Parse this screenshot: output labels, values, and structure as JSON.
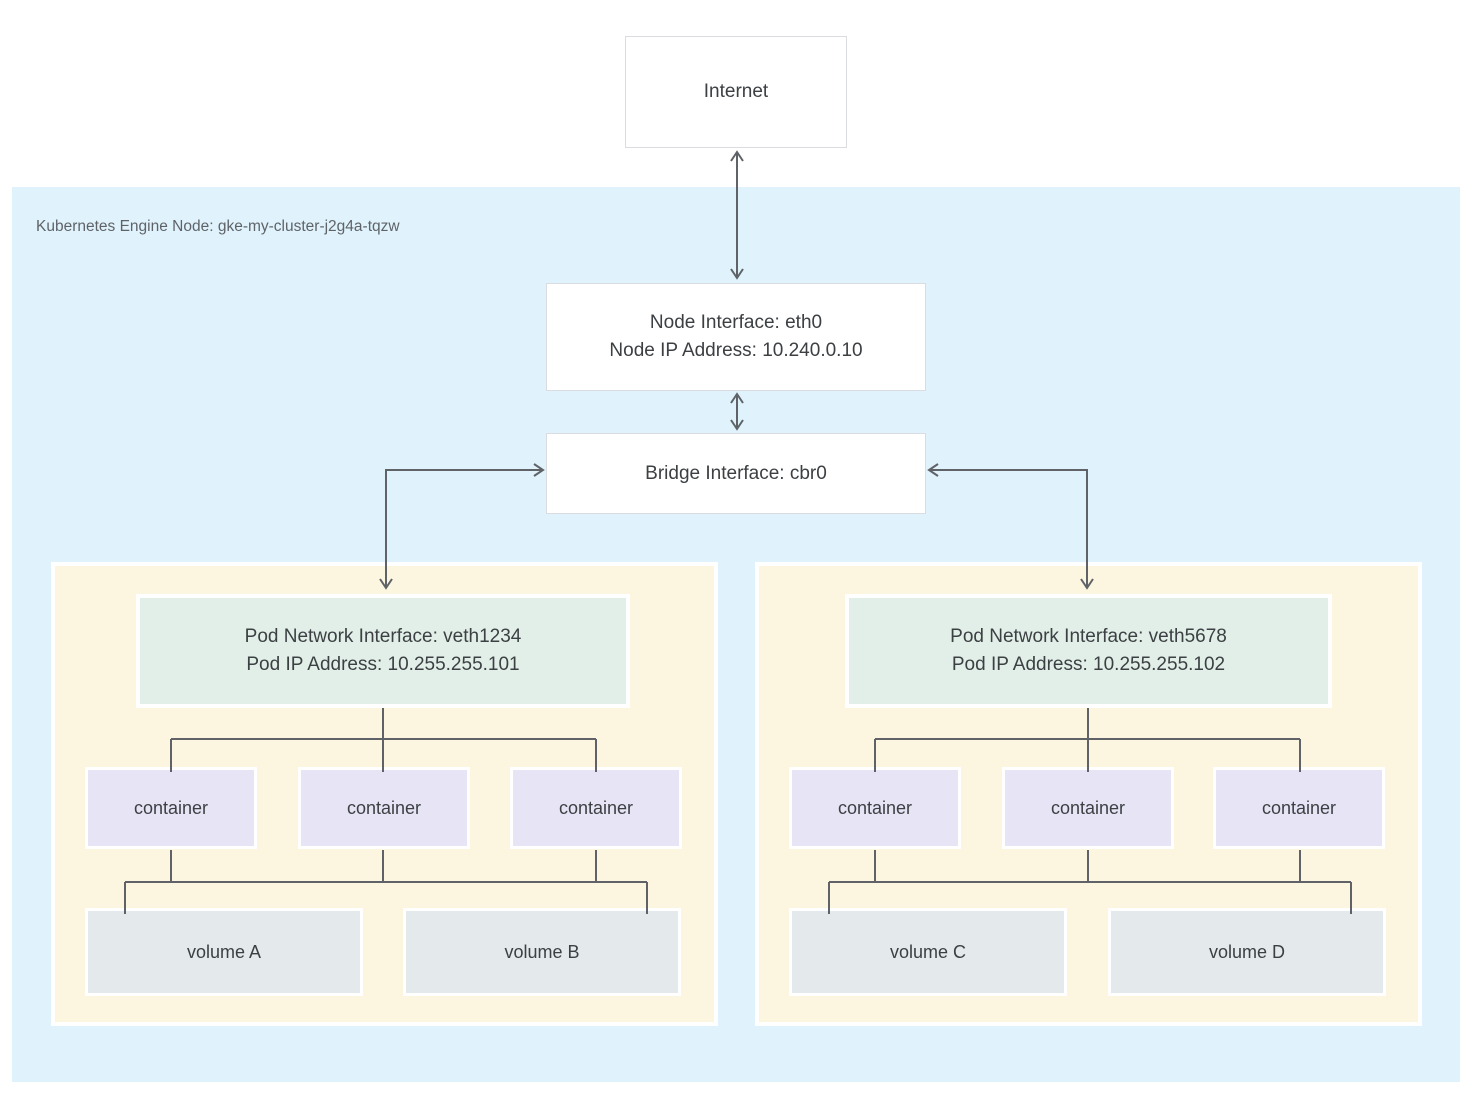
{
  "cluster_label": "Kubernetes Engine Node: gke-my-cluster-j2g4a-tqzw",
  "internet": {
    "label": "Internet"
  },
  "node_interface": {
    "line1": "Node Interface: eth0",
    "line2": "Node IP Address: 10.240.0.10"
  },
  "bridge_interface": {
    "label": "Bridge Interface: cbr0"
  },
  "pods": [
    {
      "interface": {
        "line1": "Pod Network Interface: veth1234",
        "line2": "Pod IP Address: 10.255.255.101"
      },
      "containers": [
        {
          "label": "container"
        },
        {
          "label": "container"
        },
        {
          "label": "container"
        }
      ],
      "volumes": [
        {
          "label": "volume A"
        },
        {
          "label": "volume B"
        }
      ]
    },
    {
      "interface": {
        "line1": "Pod Network Interface: veth5678",
        "line2": "Pod IP Address: 10.255.255.102"
      },
      "containers": [
        {
          "label": "container"
        },
        {
          "label": "container"
        },
        {
          "label": "container"
        }
      ],
      "volumes": [
        {
          "label": "volume C"
        },
        {
          "label": "volume D"
        }
      ]
    }
  ],
  "colors": {
    "node_bg": "#e0f3fc",
    "pod_bg": "#fcf5e0",
    "interface_bg": "#e2efe8",
    "container_bg": "#e7e4f6",
    "volume_bg": "#e4e9ec",
    "line_color": "#5f6368",
    "box_border": "#dadce0",
    "text_color": "#3c4043",
    "label_color": "#5f6368"
  }
}
